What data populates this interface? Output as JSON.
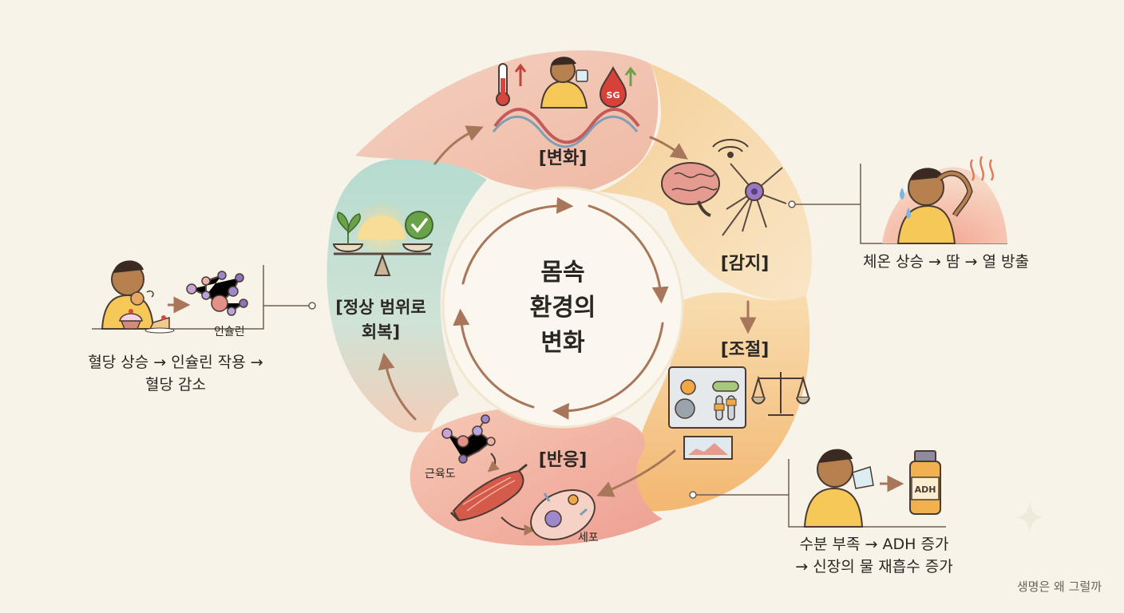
{
  "center": {
    "line1": "몸속",
    "line2": "환경의",
    "line3": "변화"
  },
  "stages": {
    "change": "[변화]",
    "sense": "[감지]",
    "control": "[조절]",
    "response": "[반응]",
    "recover_line1": "[정상 범위로",
    "recover_line2": "회복]"
  },
  "icons": {
    "sg_badge": "SG",
    "adh_bottle": "ADH"
  },
  "labels": {
    "muscle": "근육도",
    "cell": "세포",
    "insulin": "인슐린"
  },
  "examples": {
    "body_temp": "체온 상승 → 땀 → 열 방출",
    "water_line1": "수분 부족 → ADH 증가",
    "water_line2": "→ 신장의 물 재흡수 증가",
    "sugar_line1": "혈당 상승 → 인슐린 작용 →",
    "sugar_line2": "혈당 감소"
  },
  "footer": {
    "credit": "생명은 왜 그럴까"
  },
  "colors": {
    "background": "#f8f3e8",
    "change": "#f2c3ad",
    "sense": "#f7d9a6",
    "control": "#f5c27d",
    "response": "#f0a898",
    "recover": "#a9d4c8",
    "arrow": "#a8765a"
  }
}
